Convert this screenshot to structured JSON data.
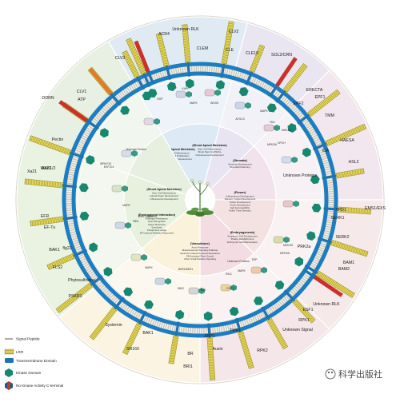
{
  "center_sectors": [
    {
      "title": "(Shoot Apical Meristem)",
      "lines": [
        "Stem Cell Maintenance",
        "Stem Cell Proliferation",
        "Lateral Organ Development"
      ],
      "color": "#dde9f4"
    },
    {
      "title": "(Shoot Apical Meristem)",
      "lines": [
        "Stem Cell Maintenance",
        "Shoot Stem Cell Niche",
        "Inflorescence Development"
      ],
      "color": "#e8e4f1"
    },
    {
      "title": "(Stomata)",
      "lines": [
        "Stomatal Development",
        "Stomatal Patterning"
      ],
      "color": "#f1e2ec"
    },
    {
      "title": "(Flower)",
      "lines": [
        "Inflorescence Development",
        "Stamen / Carpel Development",
        "Anther Development",
        "Ovule Development",
        "Self-Incompatibility",
        "Pollen Tube Direction"
      ],
      "color": "#f4e2e2"
    },
    {
      "title": "(Embryogenesis)",
      "lines": [
        "Suspensor Cell Development",
        "Polarity Establishment",
        "Embryonic Cell Differentiation"
      ],
      "color": "#f3dde3"
    },
    {
      "title": "(Vasculature)",
      "lines": [
        "Auxin Response",
        "Brassinosteroid Signaling Pathway",
        "Systemic Induced Acquired Resistance",
        "PM Activated Plant Growth",
        "Other Small Peptides Signaling"
      ],
      "color": "#fbf2dc"
    },
    {
      "title": "(Environment Interaction)",
      "lines": [
        "Pathogen Resistance",
        "Host Recognition",
        "Stress Response",
        "Symbiosis",
        "Phosphorus usage",
        "EF Induced Pathway Responses"
      ],
      "color": "#e7f1dd"
    },
    {
      "title": "(Shoot Apical Meristem)",
      "lines": [
        "Stem Cell Maintenance",
        "Lateral Organ Development",
        "Inflorescence Development"
      ],
      "color": "#e6efe0"
    }
  ],
  "outer_labels": [
    {
      "text": "ACR4"
    },
    {
      "text": "Unknown RLK"
    },
    {
      "text": "CLV2"
    },
    {
      "text": "CLE19"
    },
    {
      "text": "SOL2/CRN"
    },
    {
      "text": "ERECTA"
    },
    {
      "text": "EPF1"
    },
    {
      "text": "EPF2"
    },
    {
      "text": "TMM"
    },
    {
      "text": "HAESA"
    },
    {
      "text": "IDA"
    },
    {
      "text": "HSL2"
    },
    {
      "text": "Unknown Proteins"
    },
    {
      "text": "EMS1/EXS"
    },
    {
      "text": "TPD1"
    },
    {
      "text": "SERK1"
    },
    {
      "text": "SERK2"
    },
    {
      "text": "BAM1"
    },
    {
      "text": "BAM2"
    },
    {
      "text": "PRK2a"
    },
    {
      "text": "Unknown RLK"
    },
    {
      "text": "ESF1"
    },
    {
      "text": "RPK1"
    },
    {
      "text": "Unknown Signal"
    },
    {
      "text": "RPK2"
    },
    {
      "text": "TMK1"
    },
    {
      "text": "ABP1"
    },
    {
      "text": "Auxin"
    },
    {
      "text": "BRI1"
    },
    {
      "text": "BR"
    },
    {
      "text": "BAK1"
    },
    {
      "text": "SR160"
    },
    {
      "text": "Systemin"
    },
    {
      "text": "PSKR1"
    },
    {
      "text": "Phytosulfokine"
    },
    {
      "text": "FLS2"
    },
    {
      "text": "flg22"
    },
    {
      "text": "BAK1"
    },
    {
      "text": "EFR"
    },
    {
      "text": "EF-Tu"
    },
    {
      "text": "Xa21"
    },
    {
      "text": "Ax21"
    },
    {
      "text": "WAK1/2"
    },
    {
      "text": "Pectin"
    },
    {
      "text": "DORN"
    },
    {
      "text": "ATP"
    },
    {
      "text": "CLV1"
    },
    {
      "text": "CLV3"
    },
    {
      "text": "CLEM"
    },
    {
      "text": "CLE"
    }
  ],
  "inner_labels": [
    {
      "text": "ROP"
    },
    {
      "text": "MAPK"
    },
    {
      "text": "KAPP"
    },
    {
      "text": "WOX5"
    },
    {
      "text": "AFGC3"
    },
    {
      "text": "MAPK"
    },
    {
      "text": "YDA"
    },
    {
      "text": "MKK4/5"
    },
    {
      "text": "MPK3/6"
    },
    {
      "text": "SPCH"
    },
    {
      "text": "MKK4/5"
    },
    {
      "text": "MPK3/6"
    },
    {
      "text": "SSP"
    },
    {
      "text": "MAPK"
    },
    {
      "text": "Unknown Proteins"
    },
    {
      "text": "RIC1"
    },
    {
      "text": "ROP2"
    },
    {
      "text": "BSK"
    },
    {
      "text": "BIN2"
    },
    {
      "text": "BZR1/BES1"
    },
    {
      "text": "MAPK"
    },
    {
      "text": "BIK1"
    },
    {
      "text": "MAPK"
    },
    {
      "text": "WRKY22/29"
    },
    {
      "text": "WRKY33"
    },
    {
      "text": "ERF104"
    },
    {
      "text": "RBOHD"
    },
    {
      "text": "Unknown Protein"
    }
  ],
  "legend": [
    {
      "text": "Signal Peptide",
      "color": "#555555"
    },
    {
      "text": "LRR",
      "color": "#e8dc55"
    },
    {
      "text": "Transmembrane Domain",
      "color": "#1f73b0"
    },
    {
      "text": "Kinase Domain",
      "color": "#17876f"
    },
    {
      "text": "No Kinase Activity C-terminal",
      "color": "#c0392b"
    }
  ],
  "watermark": "科学出版社",
  "colors": {
    "membrane": "#1b7dc2",
    "lrr": "#e4da5a",
    "kinase": "#1a8a72",
    "red": "#c9312a",
    "orange": "#e07b2a"
  }
}
